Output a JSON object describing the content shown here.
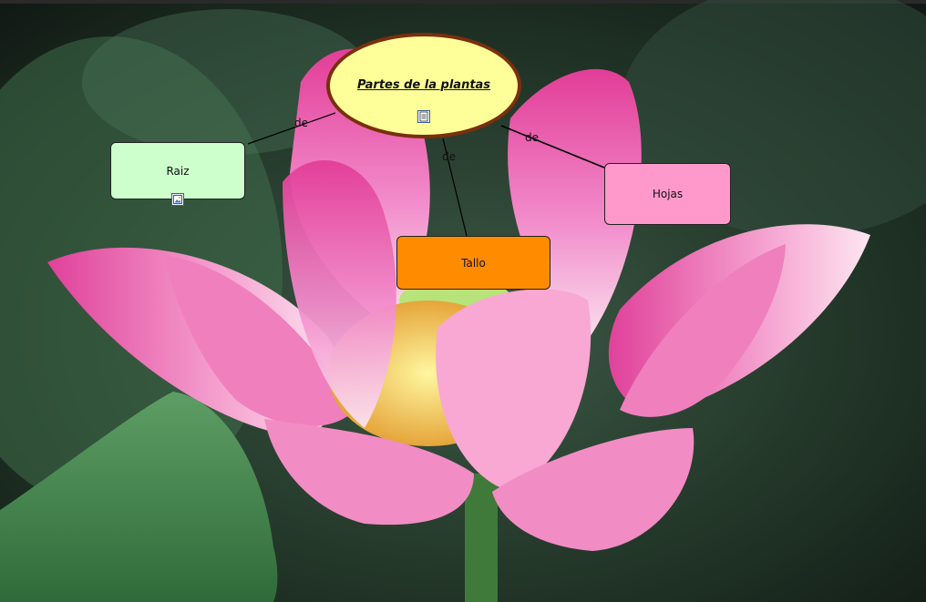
{
  "concept_map": {
    "main_concept": "Partes de la plantas",
    "concepts": {
      "raiz": "Raiz",
      "hojas": "Hojas",
      "tallo": "Tallo"
    },
    "links": {
      "raiz_label": "de",
      "hojas_label": "de",
      "tallo_label": "de"
    }
  },
  "colors": {
    "main_fill": "#ffff99",
    "main_border": "#7a2f0c",
    "raiz_fill": "#ccffcc",
    "hojas_fill": "#ff99cc",
    "tallo_fill": "#ff8c00"
  },
  "icons": {
    "main_resource": "document-icon",
    "raiz_resource": "image-icon"
  }
}
